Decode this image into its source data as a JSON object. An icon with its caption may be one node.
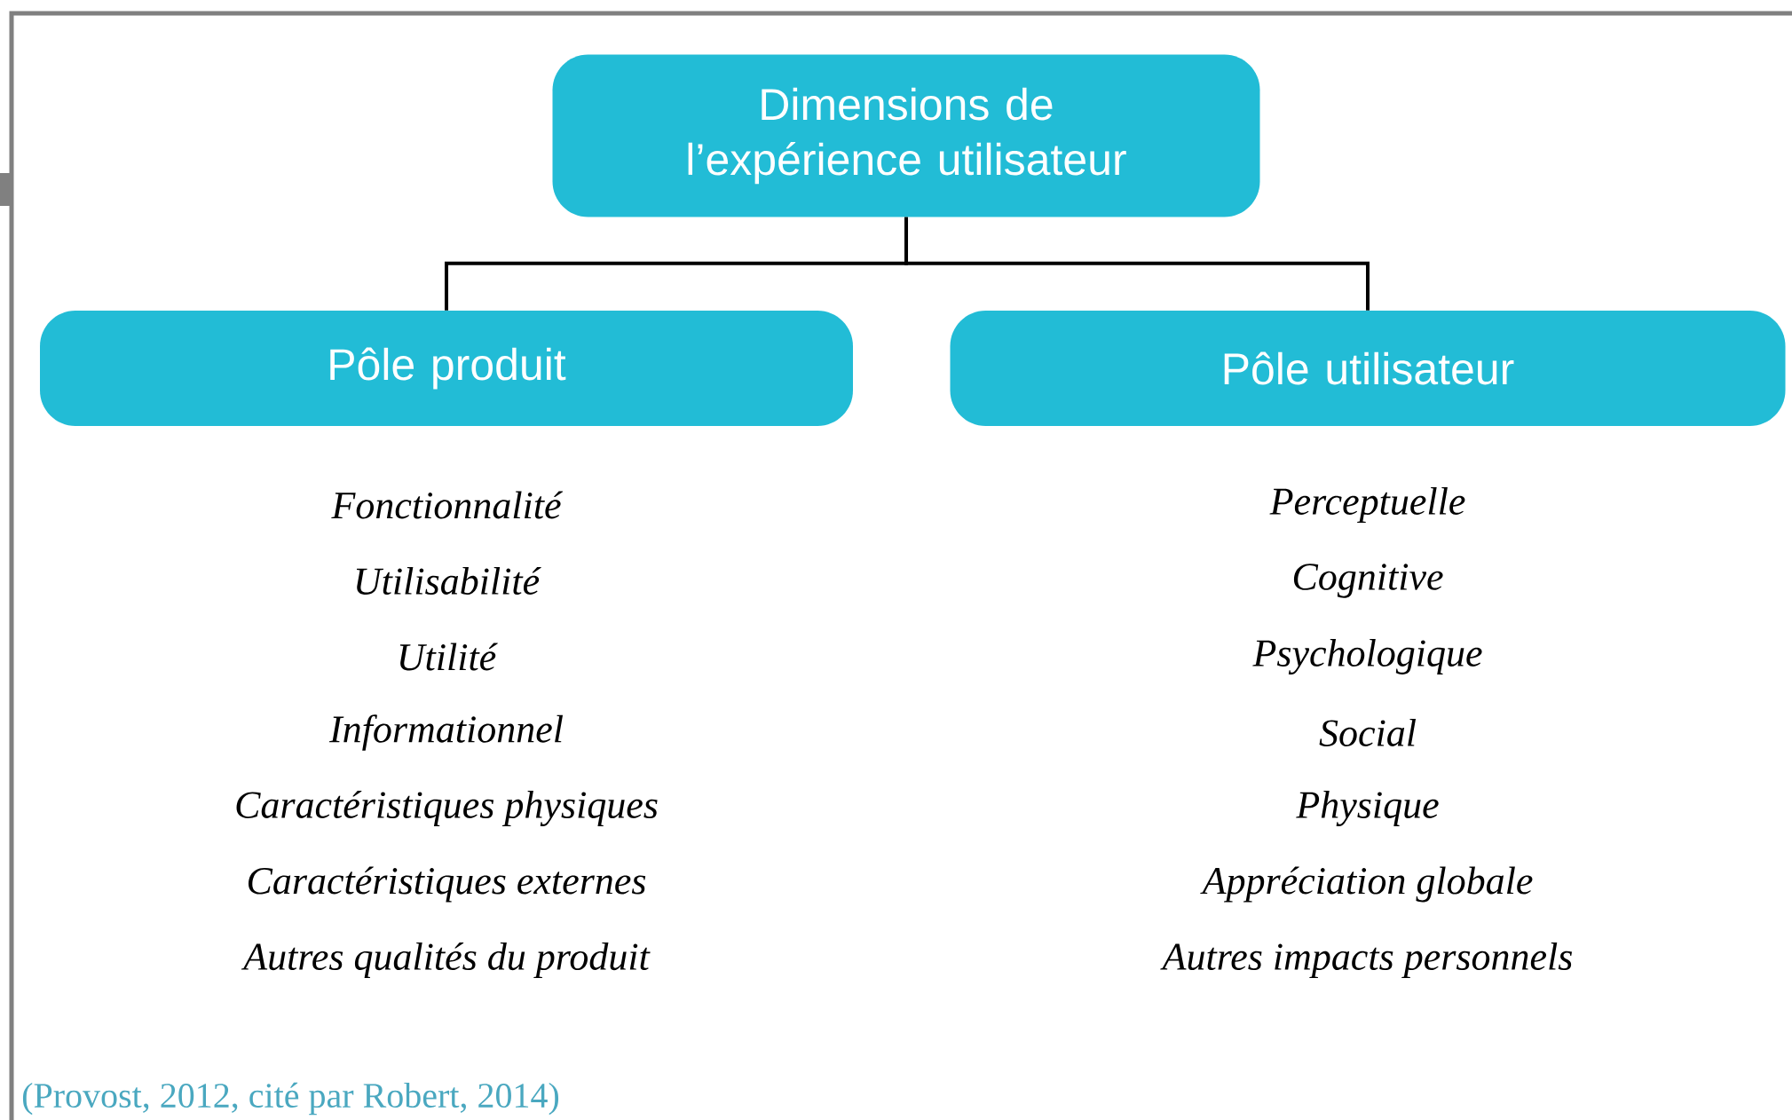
{
  "diagram": {
    "caption": "(Provost, 2012, cité par Robert, 2014)",
    "nodes": [
      {
        "text": [
          "Dimensions de l’expérience utilisateur"
        ]
      },
      {
        "text": [
          "Pôle produit"
        ],
        "beside": [
          "Fonctionnalité",
          "Utilisabilité",
          "Utilité",
          "Informationnel",
          "Caractéristiques physiques",
          "Caractéristiques externes",
          "Autres qualités du produit"
        ]
      },
      {
        "text": [
          "Pôle utilisateur"
        ],
        "beside": [
          "Perceptuelle",
          "Cognitive",
          "Psychologique",
          "Social",
          "Physique",
          "Appréciation globale",
          "Autres impacts personnels"
        ]
      }
    ],
    "edges": [
      {
        "from": 0,
        "to": 1,
        "arrow": "none"
      },
      {
        "from": 0,
        "to": 2,
        "arrow": "none"
      }
    ]
  }
}
